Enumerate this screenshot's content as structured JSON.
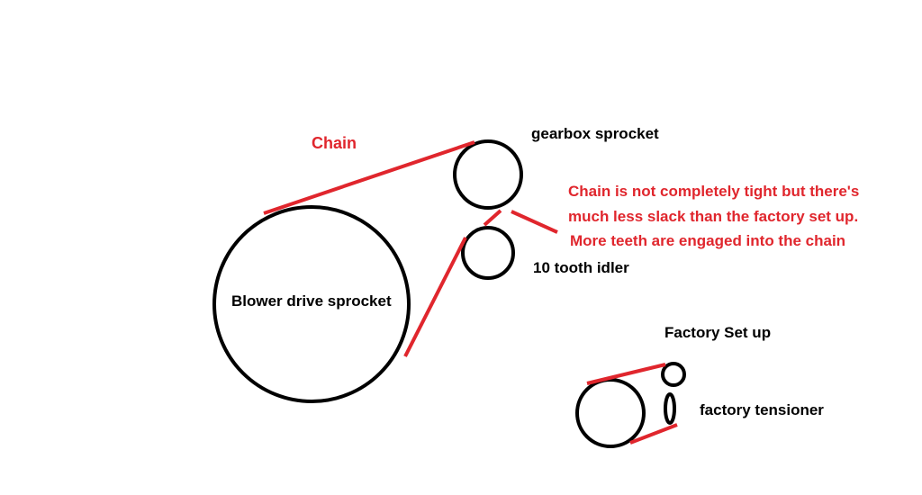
{
  "colors": {
    "outline": "#000000",
    "chain": "#e0262d",
    "background": "#ffffff"
  },
  "labels": {
    "chain": "Chain",
    "gearbox_sprocket": "gearbox sprocket",
    "blower_drive_sprocket": "Blower drive sprocket",
    "idler": "10 tooth idler",
    "factory_setup": "Factory Set up",
    "factory_tensioner": "factory tensioner"
  },
  "note": {
    "line1": "Chain is not completely tight but there's",
    "line2": "much less slack than the factory set up.",
    "line3": "More teeth are engaged into the chain"
  }
}
